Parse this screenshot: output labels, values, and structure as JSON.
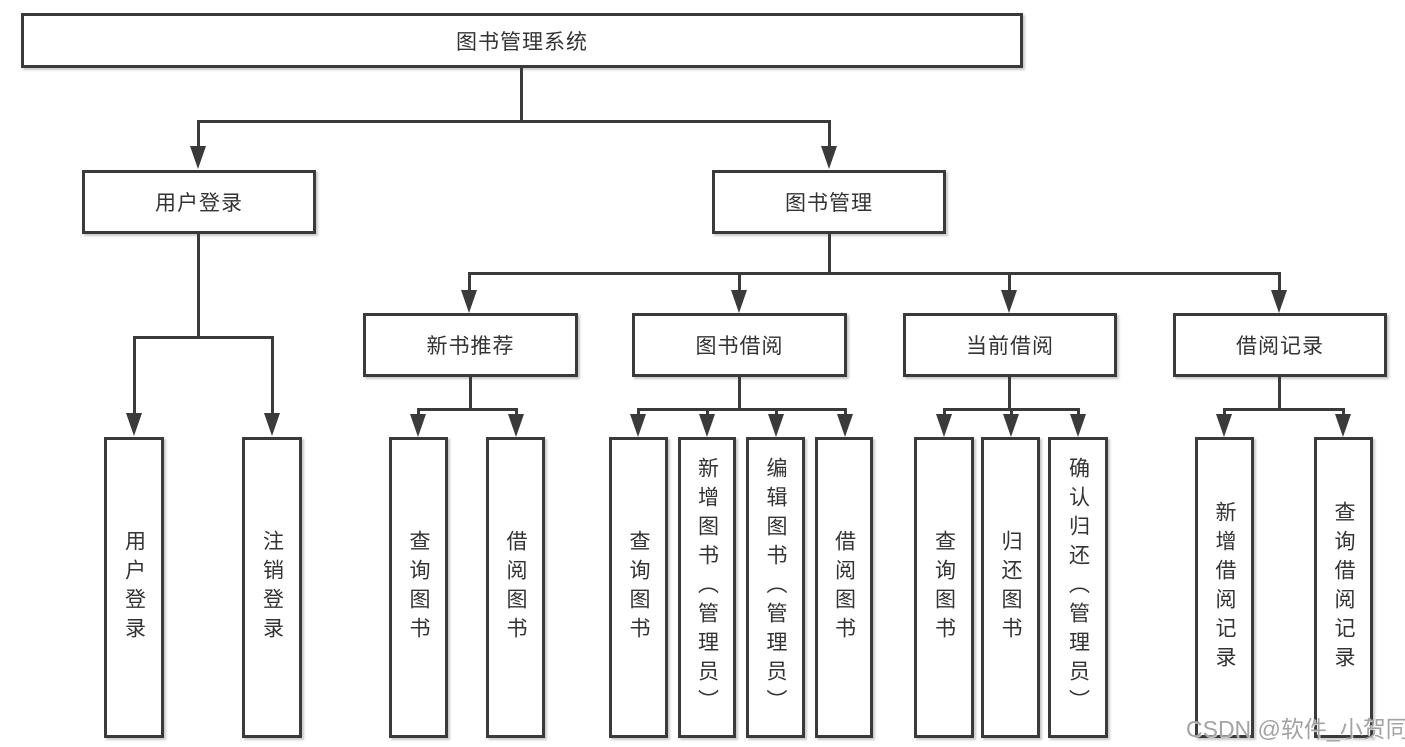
{
  "title": "图书管理系统",
  "level2": [
    "用户登录",
    "图书管理"
  ],
  "level3": [
    "新书推荐",
    "图书借阅",
    "当前借阅",
    "借阅记录"
  ],
  "leaves": {
    "user_login": [
      "用户登录",
      "注销登录"
    ],
    "new_books": [
      "查询图书",
      "借阅图书"
    ],
    "borrowing": [
      "查询图书",
      "新增图书（管理员）",
      "编辑图书（管理员）",
      "借阅图书"
    ],
    "current": [
      "查询图书",
      "归还图书",
      "确认归还（管理员）"
    ],
    "records": [
      "新增借阅记录",
      "查询借阅记录"
    ]
  },
  "watermark": "CSDN @软件_小贺同学",
  "colors": {
    "line": "#3a3a3a",
    "text": "#333333",
    "watermark": "#a3a3a3"
  }
}
